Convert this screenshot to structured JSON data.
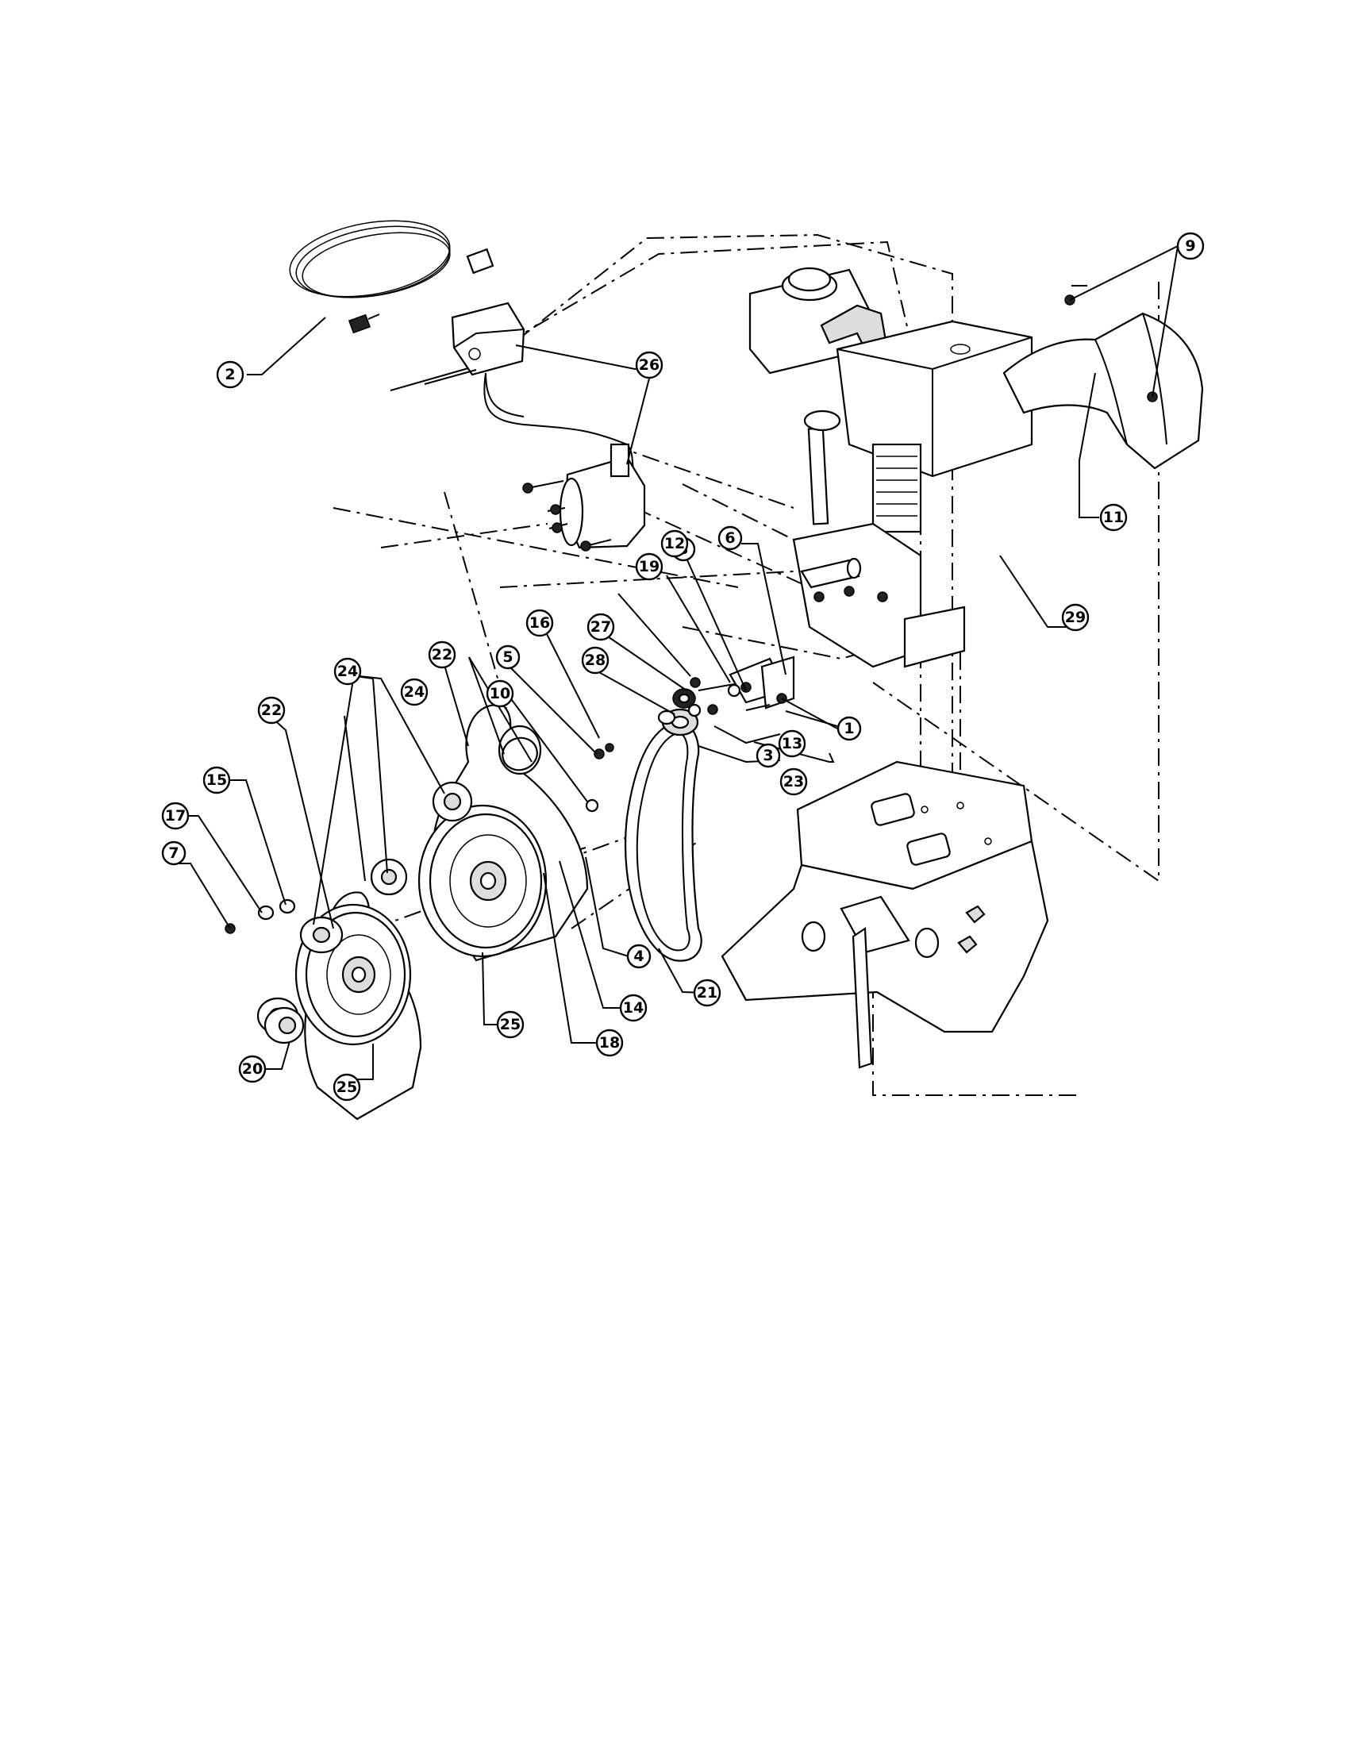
{
  "callouts": [
    "1",
    "2",
    "3",
    "3",
    "4",
    "5",
    "6",
    "7",
    "9",
    "10",
    "11",
    "12",
    "13",
    "14",
    "15",
    "16",
    "17",
    "18",
    "19",
    "20",
    "21",
    "22",
    "22",
    "23",
    "24",
    "24",
    "25",
    "25",
    "26",
    "27",
    "28",
    "29"
  ],
  "icons": {
    "cord": "power-cord-icon",
    "starter": "electric-starter-icon",
    "engine": "engine-icon",
    "shroud": "belt-cover-icon",
    "frame": "frame-icon",
    "pulleys": "pulley-icon",
    "belt": "v-belt-icon"
  }
}
